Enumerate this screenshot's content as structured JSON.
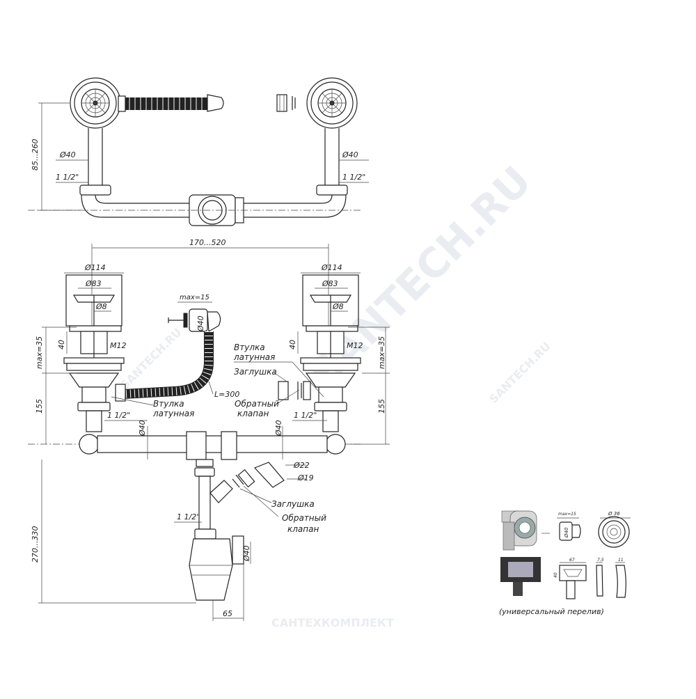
{
  "dimensions": {
    "top_height": "85...260",
    "top_d40_left": "Ø40",
    "top_d40_right": "Ø40",
    "top_thread_left": "1 1/2\"",
    "top_thread_right": "1 1/2\"",
    "spacing": "170...520",
    "d114_left": "Ø114",
    "d114_right": "Ø114",
    "d83_left": "Ø83",
    "d83_right": "Ø83",
    "d8_left": "Ø8",
    "d8_right": "Ø8",
    "max15": "max=15",
    "overflow_d40": "Ø40",
    "max35_left": "max=35",
    "max35_right": "max=35",
    "h40_left": "40",
    "h40_right": "40",
    "m12_left": "M12",
    "m12_right": "M12",
    "hose_length": "L=300",
    "h155_left": "155",
    "h155_right": "155",
    "bottom_thread_left": "1 1/2\"",
    "bottom_thread_right": "1 1/2\"",
    "pipe_d40_left": "Ø40",
    "pipe_d40_right": "Ø40",
    "d22": "Ø22",
    "d19": "Ø19",
    "siphon_thread": "1 1/2\"",
    "siphon_height": "270...330",
    "outlet_d40": "Ø40",
    "outlet_65": "65"
  },
  "labels": {
    "brass_bush_left_1": "Втулка",
    "brass_bush_left_2": "латунная",
    "brass_bush_right_1": "Втулка",
    "brass_bush_right_2": "латунная",
    "plug_top": "Заглушка",
    "check_valve_top_1": "Обратный",
    "check_valve_top_2": "клапан",
    "plug_bottom": "Заглушка",
    "check_valve_bottom_1": "Обратный",
    "check_valve_bottom_2": "клапан"
  },
  "inset": {
    "caption": "(универсальный перелив)",
    "max15": "max=15",
    "d40": "Ø40",
    "d36": "Ø 36",
    "w67": "67",
    "h40": "40",
    "w75": "7,5",
    "w11": "11"
  },
  "watermark": {
    "main": "SANTECH.RU",
    "small1": "SANTECH.RU",
    "small2": "SANTECH.RU",
    "brand": "САНТЕХКОМПЛЕКТ"
  }
}
